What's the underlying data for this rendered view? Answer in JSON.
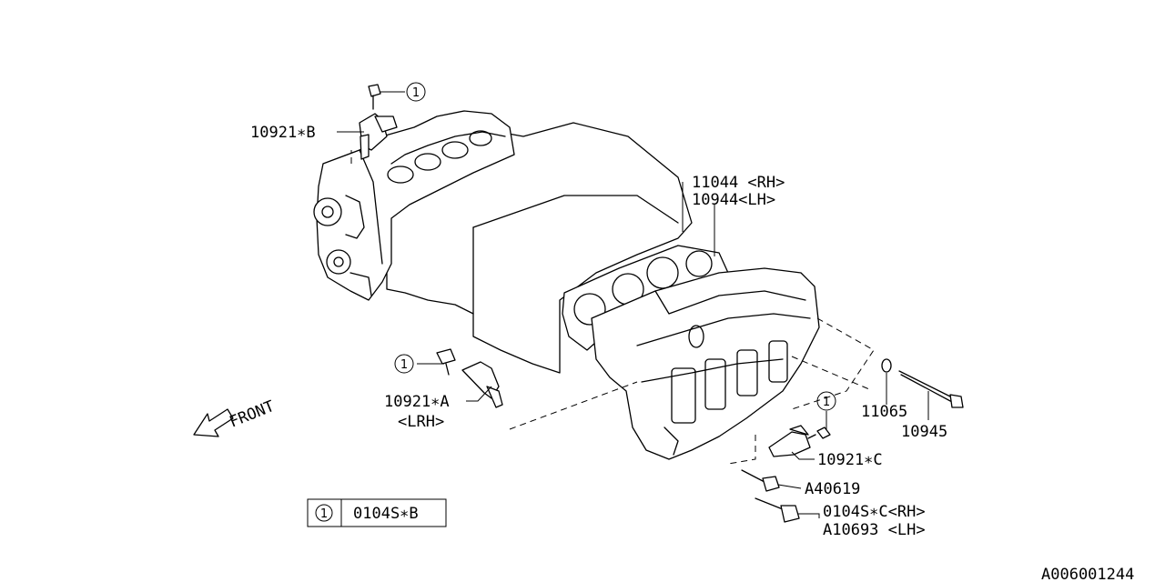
{
  "labels": {
    "part_10921B": "10921∗B",
    "part_11044": "11044 <RH>",
    "part_10944": "10944<LH>",
    "part_10921A": "10921∗A",
    "part_10921A_sub": "<LRH>",
    "part_11065": "11065",
    "part_10945": "10945",
    "part_10921C": "10921∗C",
    "part_A40619": "A40619",
    "part_0104SC": "0104S∗C<RH>",
    "part_A10693": "A10693 <LH>",
    "front": "FRONT",
    "legend_number": "1",
    "legend_code": "0104S∗B",
    "diagram_id": "A006001244"
  },
  "callouts": [
    "1",
    "1",
    "1"
  ]
}
